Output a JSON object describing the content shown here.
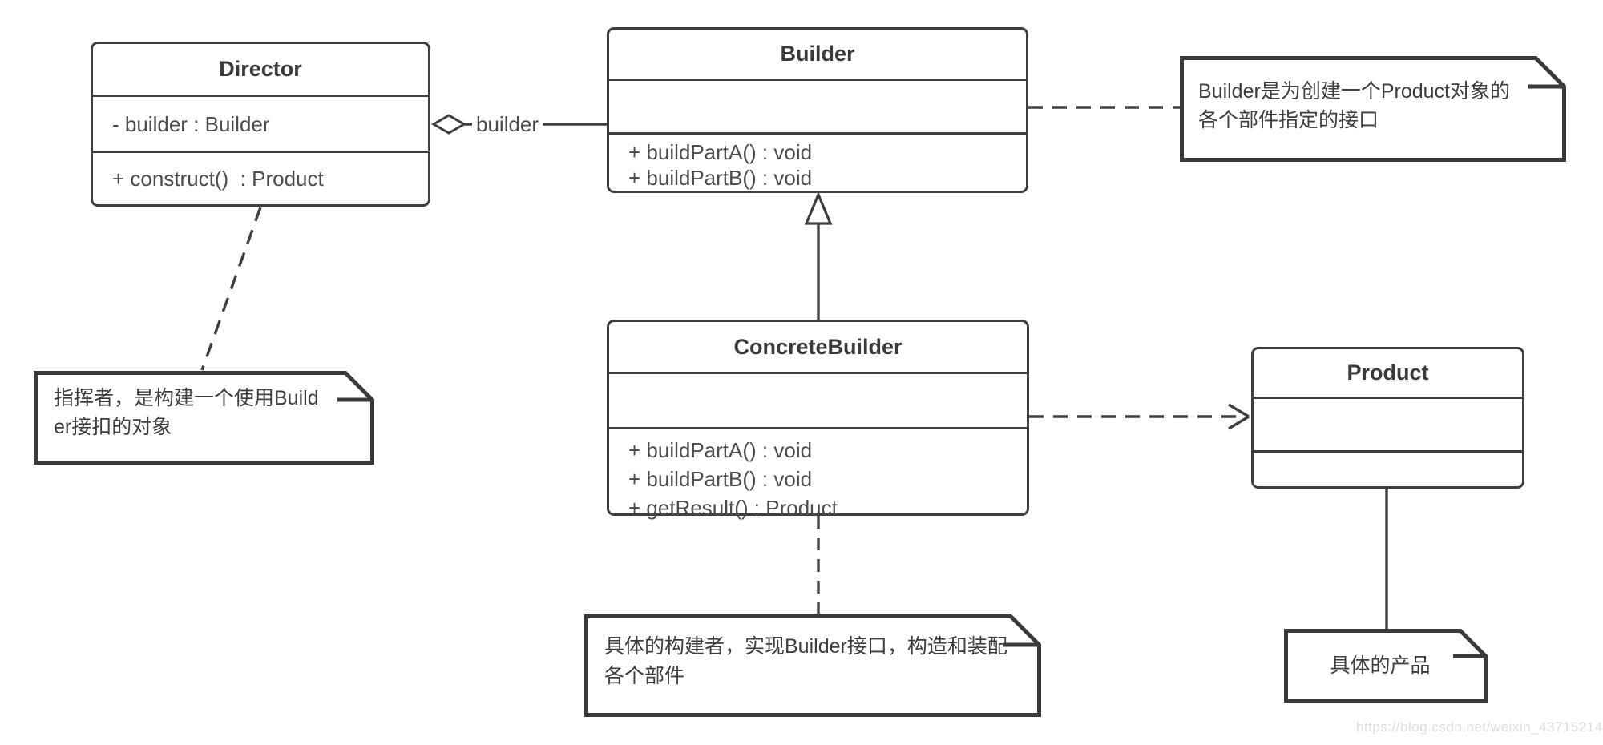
{
  "diagram": {
    "classes": {
      "director": {
        "title": "Director",
        "attributes": [
          "- builder : Builder"
        ],
        "methods": [
          "+ construct()  : Product"
        ]
      },
      "builder": {
        "title": "Builder",
        "attributes": [],
        "methods": [
          "+ buildPartA() : void",
          "+ buildPartB() : void"
        ]
      },
      "concrete_builder": {
        "title": "ConcreteBuilder",
        "attributes": [],
        "methods": [
          "+ buildPartA() : void",
          "+ buildPartB() : void",
          "+ getResult() : Product"
        ]
      },
      "product": {
        "title": "Product",
        "attributes": [],
        "methods": []
      }
    },
    "notes": {
      "builder_note": "Builder是为创建一个Product对象的各个部件指定的接口",
      "director_note": "指挥者，是构建一个使用Builder接扣的对象",
      "concrete_builder_note": "具体的构建者，实现Builder接口，构造和装配各个部件",
      "product_note": "具体的产品"
    },
    "edge_labels": {
      "aggregation": "builder"
    },
    "watermark": "https://blog.csdn.net/weixin_43715214",
    "colors": {
      "stroke": "#3e3e3e",
      "title_text": "#3a3a3a",
      "member_text": "#4c4c4c",
      "note_text": "#3d3d3d",
      "watermark_text": "#dedede",
      "background": "#ffffff"
    }
  }
}
